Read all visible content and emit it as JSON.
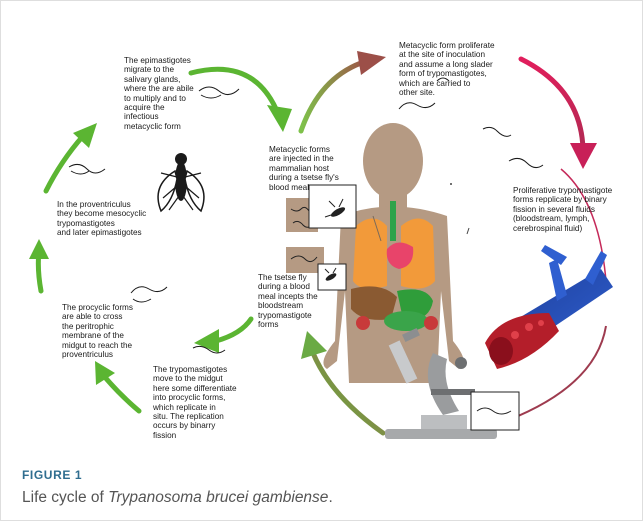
{
  "labels": {
    "epimastigotes_salivary": "The epimastigotes\nmigrate to the\nsalivary glands,\nwhere the are abile\nto multiply and to\nacquire the\ninfectious\nmetacyclic form",
    "proventriculus": "In the proventriculus\nthey become mesocyclic\ntrypomastigotes\nand later epimastigotes",
    "procyclic": "The procyclic forms\nare able to cross\nthe peritrophic\nmembrane of the\nmidgut to reach the\nproventriculus",
    "midgut": "The trypomastigotes\nmove to the midgut\nhere some differentiate\ninto procyclic forms,\nwhich replicate in\nsitu. The replication\noccurs by binarry\nfission",
    "metacyclic_injected": "Metacyclic forms\nare injected in the\nmammalian host\nduring a tsetse fly's\nblood meal",
    "tsetse_incepts": "The tsetse fly\nduring a blood\nmeal incepts the\nbloodstream\ntrypomastigote\nforms",
    "metacyclic_proliferate": "Metacyclic form proliferate\nat the site of inoculation\nand assume a long slader\nform of trypomastigotes,\nwhich are carried to\nother site.",
    "proliferative": "Proliferative trypomastigote\nforms repplicate by binary\nfission in several fluids\n(bloodstream, lymph,\ncerebrospinal fluid)"
  },
  "figure": {
    "label": "FIGURE 1",
    "caption_prefix": "Life cycle of ",
    "caption_italic": "Trypanosoma brucei gambiense",
    "caption_suffix": "."
  },
  "colors": {
    "green_arrow": "#5bb532",
    "magenta_arrow": "#d6205a",
    "brown_arrow": "#8a4a3a",
    "skin": "#b59a83",
    "caption_blue": "#2f6d8f"
  },
  "icons": [
    "tsetse-fly-icon",
    "microscope-icon",
    "blood-vessel-icon",
    "trypanosome-icon"
  ]
}
